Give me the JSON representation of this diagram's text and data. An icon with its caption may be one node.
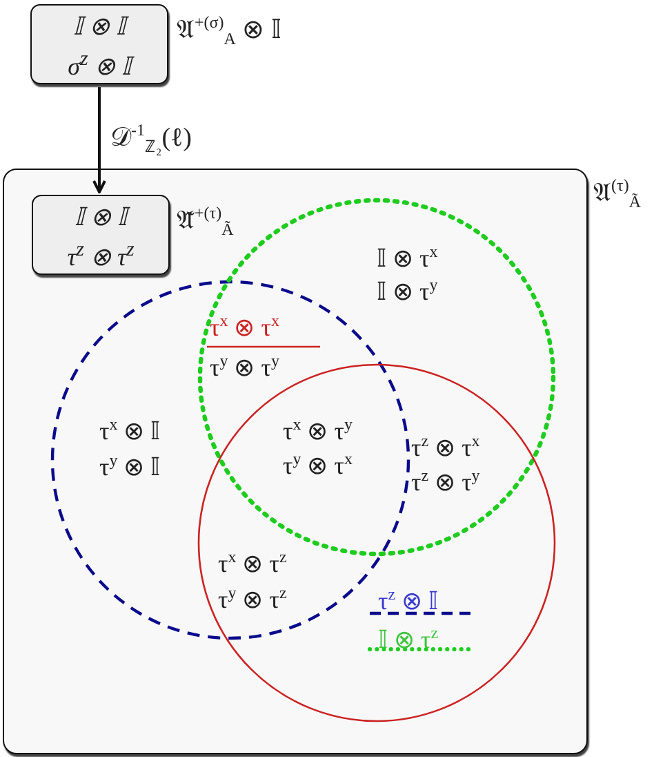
{
  "diagram": {
    "nodes": [
      {
        "text": [
          "𝕀 ⊗ 𝕀",
          "σ$^{z}$ ⊗ 𝕀"
        ],
        "beside": [
          "𝔄$^{+(σ)}$$_{A}$ ⊗ 𝕀"
        ]
      },
      {
        "text": [],
        "shape": "box",
        "beside": [
          "𝔄$^{(τ)}$$_{Ã}$"
        ]
      },
      {
        "text": [
          "𝕀 ⊗ 𝕀",
          "τ$^{z}$ ⊗ τ$^{z}$"
        ],
        "beside": [
          "𝔄̃$^{+(τ)}$$_{Ã}$"
        ],
        "in": 1
      },
      {
        "text": [],
        "shape": "circle",
        "in": 1
      },
      {
        "text": [],
        "shape": "circle",
        "in": 1
      },
      {
        "text": [],
        "shape": "circle",
        "in": 1
      }
    ],
    "edges": [
      {
        "from": 0,
        "to": 2,
        "arrow": "to",
        "label": "𝒟$^{-1}$$_{ℤ₂}$(ℓ)"
      }
    ],
    "labels": [
      "𝕀 ⊗ τ$^{x}$",
      "𝕀 ⊗ τ$^{y}$",
      "τ$^{x}$ ⊗ τ$^{x}$",
      "τ$^{y}$ ⊗ τ$^{y}$",
      "τ$^{x}$ ⊗ 𝕀",
      "τ$^{y}$ ⊗ 𝕀",
      "τ$^{x}$ ⊗ τ$^{y}$",
      "τ$^{y}$ ⊗ τ$^{x}$",
      "τ$^{z}$ ⊗ τ$^{x}$",
      "τ$^{z}$ ⊗ τ$^{y}$",
      "τ$^{x}$ ⊗ τ$^{z}$",
      "τ$^{y}$ ⊗ τ$^{z}$",
      "τ$^{z}$ ⊗ 𝕀",
      "𝕀 ⊗ τ$^{z}$"
    ]
  }
}
